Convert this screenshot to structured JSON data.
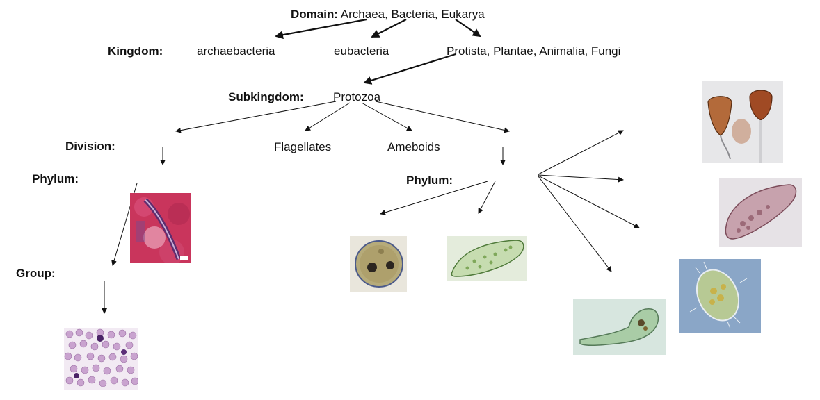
{
  "domain": {
    "label": "Domain:",
    "value": "Archaea, Bacteria, Eukarya"
  },
  "kingdom": {
    "label": "Kingdom:",
    "items": [
      "archaebacteria",
      "eubacteria",
      "Protista, Plantae, Animalia, Fungi"
    ]
  },
  "subkingdom": {
    "label": "Subkingdom:",
    "value": "Protozoa"
  },
  "division": {
    "label": "Division:",
    "items": [
      "Flagellates",
      "Ameboids"
    ]
  },
  "phylum": {
    "label_left": "Phylum:",
    "label_right": "Phylum:"
  },
  "group": {
    "label": "Group:"
  },
  "images": [
    "blood-parasite-micrograph",
    "blood-smear-micrograph",
    "round-ciliate-micrograph",
    "paramecium-micrograph",
    "vorticella-micrograph",
    "oval-ciliate-micrograph",
    "stentor-micrograph",
    "hairy-ciliate-micrograph"
  ]
}
